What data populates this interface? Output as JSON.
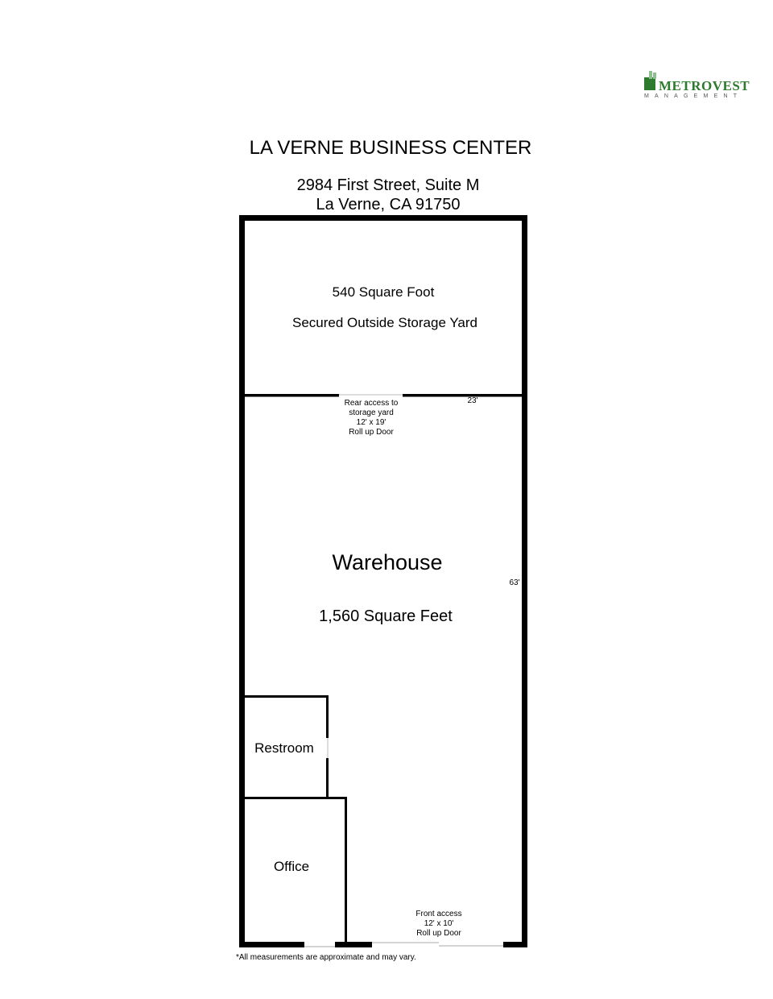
{
  "logo": {
    "name": "METROVEST",
    "subtitle": "MANAGEMENT",
    "color": "#2e7a2e"
  },
  "title": "LA VERNE BUSINESS CENTER",
  "address": {
    "line1": "2984 First Street, Suite M",
    "line2": "La Verne, CA 91750"
  },
  "storage_yard": {
    "area": "540 Square Foot",
    "label": "Secured Outside Storage Yard"
  },
  "rear_door": {
    "line1": "Rear access to",
    "line2": "storage yard",
    "line3": "12' x 19'",
    "line4": "Roll up Door"
  },
  "dimensions": {
    "width": "23'",
    "length": "63'"
  },
  "warehouse": {
    "label": "Warehouse",
    "area": "1,560 Square Feet"
  },
  "restroom": {
    "label": "Restroom"
  },
  "office": {
    "label": "Office"
  },
  "front_door": {
    "line1": "Front access",
    "line2": "12' x 10'",
    "line3": "Roll up Door"
  },
  "footnote": "*All measurements are approximate and may vary."
}
